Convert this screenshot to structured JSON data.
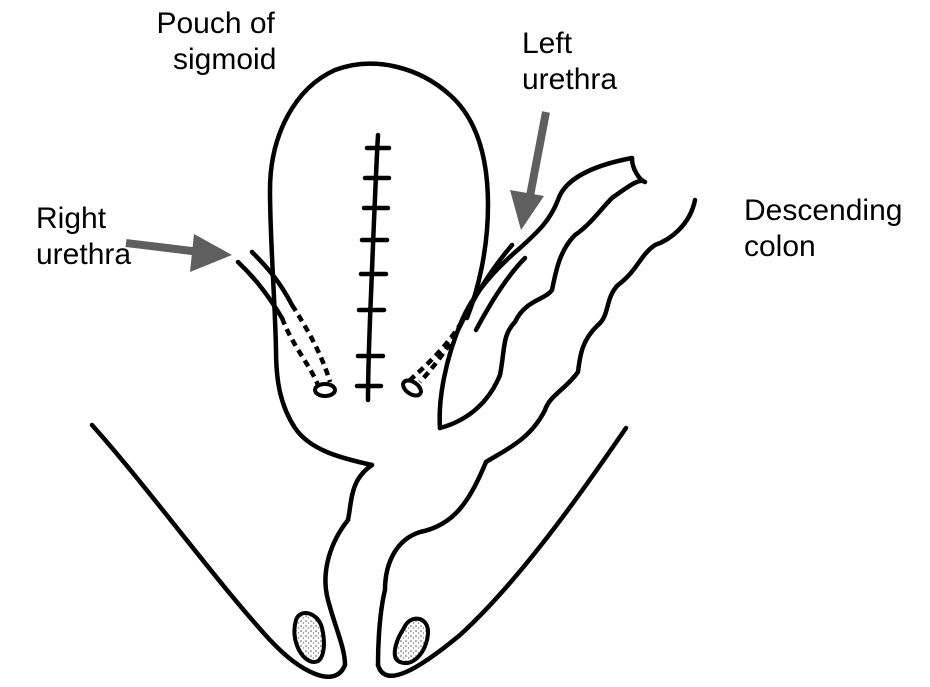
{
  "labels": {
    "pouch": [
      "Pouch of",
      "sigmoid"
    ],
    "left_urethra": [
      "Left",
      "urethra"
    ],
    "right_urethra": [
      "Right",
      "urethra"
    ],
    "descending_colon": [
      "Descending",
      "colon"
    ]
  },
  "colors": {
    "stroke": "#000000",
    "arrow": "#5f5f5f",
    "background": "#ffffff",
    "stipple": "#9a9a9a"
  }
}
